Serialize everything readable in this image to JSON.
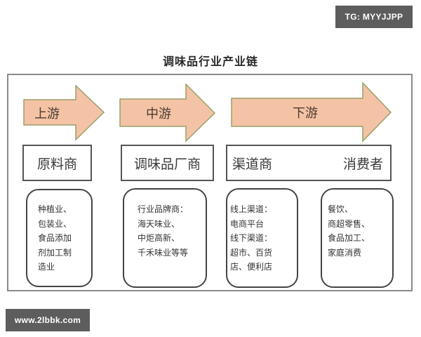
{
  "watermarks": {
    "top_right": "TG: MYYJJPP",
    "bottom_left": "www.2lbbk.com"
  },
  "diagram": {
    "title": "调味品行业产业链",
    "colors": {
      "arrow_fill": "#f4c3a5",
      "arrow_stroke": "#9aa06a",
      "frame_border": "#8a8a8a",
      "box_border": "#555555"
    },
    "stages": [
      {
        "arrow_label": "上游",
        "box_label": "原料商",
        "details": [
          "种植业、",
          "包装业、",
          "食品添加",
          "剂加工制",
          "造业"
        ]
      },
      {
        "arrow_label": "中游",
        "box_label": "调味品厂商",
        "details": [
          "行业品牌商：",
          "海天味业、",
          "中炬高新、",
          "千禾味业等等"
        ]
      },
      {
        "arrow_label": "下游",
        "box_label_left": "渠道商",
        "box_label_right": "消费者",
        "details_left": [
          "线上渠道：",
          "电商平台",
          "线下渠道：",
          "超市、百货",
          "店、便利店"
        ],
        "details_right": [
          "餐饮、",
          "商超零售、",
          "食品加工、",
          "家庭消费"
        ]
      }
    ]
  }
}
